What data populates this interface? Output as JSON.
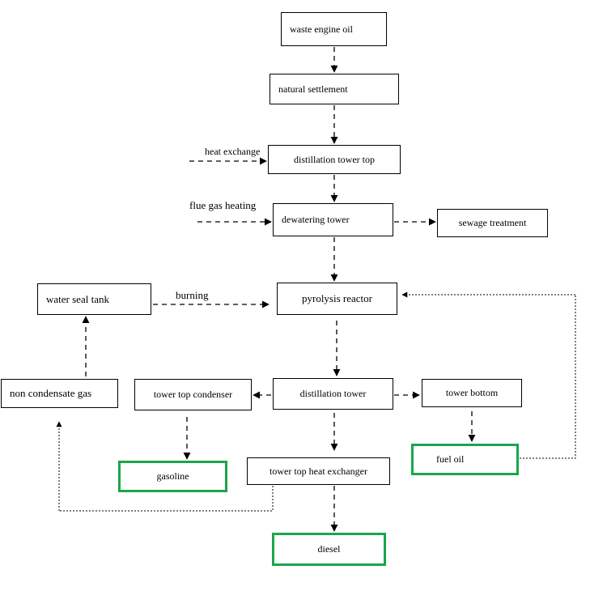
{
  "boxes": {
    "waste_engine_oil": "waste engine oil",
    "natural_settlement": "natural settlement",
    "distillation_tower_top": "distillation tower top",
    "dewatering_tower": "dewatering tower",
    "sewage_treatment": "sewage treatment",
    "pyrolysis_reactor": "pyrolysis reactor",
    "water_seal_tank": "water seal tank",
    "non_condensate_gas": "non condensate gas",
    "tower_top_condenser": "tower top condenser",
    "distillation_tower": "distillation tower",
    "tower_bottom": "tower bottom",
    "fuel_oil": "fuel oil",
    "gasoline": "gasoline",
    "tower_top_heat_exchanger": "tower top heat exchanger",
    "diesel": "diesel"
  },
  "labels": {
    "heat_exchange": "heat exchange",
    "flue_gas_heating": "flue gas heating",
    "burning": "burning"
  },
  "colors": {
    "product_border": "#1aa64b",
    "line": "#000000"
  }
}
